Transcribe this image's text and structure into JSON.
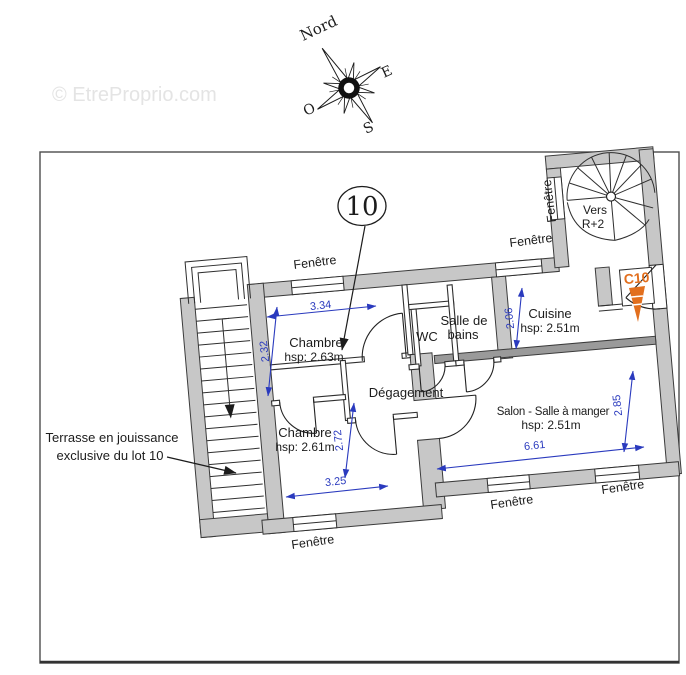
{
  "watermark": "© EtreProprio.com",
  "compass": {
    "north": "Nord",
    "east": "E",
    "west": "O",
    "south": "S"
  },
  "plan": {
    "lot_number": "10",
    "entry_label": "C10",
    "stairs_note_line1": "Vers",
    "stairs_note_line2": "R+2",
    "window_label": "Fenêtre",
    "terrace_note_line1": "Terrasse en jouissance",
    "terrace_note_line2": "exclusive du lot 10",
    "rooms": {
      "chambre_top": {
        "name": "Chambre",
        "ceiling_height": "hsp: 2.63m"
      },
      "chambre_bottom": {
        "name": "Chambre",
        "ceiling_height": "hsp: 2.61m"
      },
      "wc": {
        "name": "WC"
      },
      "salle_de_bains": {
        "name_line1": "Salle de",
        "name_line2": "bains"
      },
      "cuisine": {
        "name": "Cuisine",
        "ceiling_height": "hsp: 2.51m"
      },
      "salon": {
        "name": "Salon - Salle à manger",
        "ceiling_height": "hsp: 2.51m"
      },
      "degagement": {
        "name": "Dégagement"
      }
    },
    "dimensions": {
      "chambre_top_width": "3.34",
      "chambre_top_depth": "2.32",
      "cuisine_depth": "2.06",
      "salon_width": "6.61",
      "salon_depth": "2.85",
      "chambre_bottom_width": "3.25",
      "chambre_bottom_depth": "2.72"
    }
  },
  "colors": {
    "dimension_blue": "#2a3abe",
    "entry_orange": "#e26f1e",
    "wall_gray": "#c7c7c7"
  }
}
